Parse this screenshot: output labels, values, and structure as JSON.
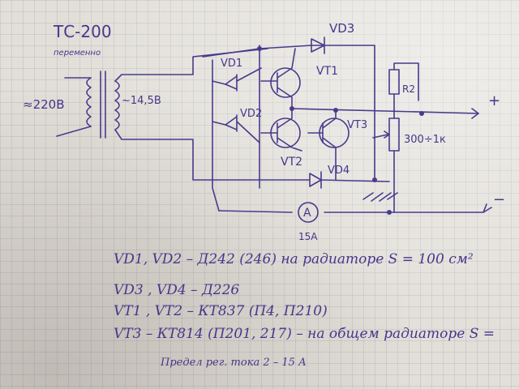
{
  "transformer": {
    "model": "ТС-200",
    "subtitle": "переменно",
    "primary_voltage": "≈220В",
    "secondary_voltage": "~14,5В"
  },
  "components": {
    "vd1": "VD1",
    "vd2": "VD2",
    "vd3": "VD3",
    "vd4": "VD4",
    "vt1": "VT1",
    "vt2": "VT2",
    "vt3": "VT3",
    "r2": "R2",
    "pot": "300÷1к",
    "ammeter_symbol": "А",
    "ammeter_rating": "15А",
    "plus": "+",
    "minus": "−"
  },
  "notes": [
    "VD1, VD2 – Д242 (246)  на радиаторе S = 100 см²",
    "VD3 , VD4 – Д226",
    "VT1 , VT2 – КТ837 (П4, П210)",
    "VT3  – КТ814 (П201, 217) – на общем радиаторе S =",
    "Предел рег. тока 2 – 15 А"
  ],
  "colors": {
    "ink": "#4a3a8c",
    "paper": "#e2dfd9",
    "grid": "#8e98ac"
  }
}
